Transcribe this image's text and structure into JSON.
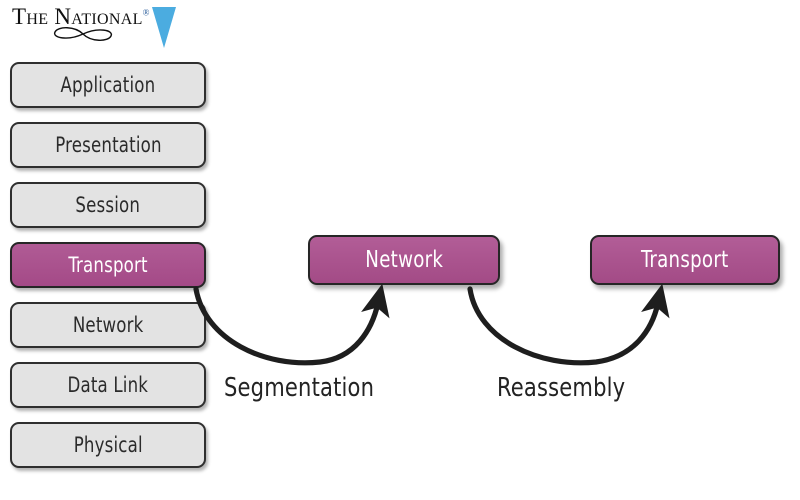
{
  "logo": {
    "wordmark": "The National",
    "registered_mark": "®",
    "triangle_color": "#4BACE0",
    "text_color": "#101010"
  },
  "osi_stack": {
    "name": "osi-layer-stack",
    "highlight_color": "#A8508C",
    "box_color": "#E3E3E3",
    "layers": [
      {
        "label": "Application",
        "highlighted": false
      },
      {
        "label": "Presentation",
        "highlighted": false
      },
      {
        "label": "Session",
        "highlighted": false
      },
      {
        "label": "Transport",
        "highlighted": true
      },
      {
        "label": "Network",
        "highlighted": false
      },
      {
        "label": "Data Link",
        "highlighted": false
      },
      {
        "label": "Physical",
        "highlighted": false
      }
    ]
  },
  "nodes": [
    {
      "label": "Network",
      "color": "#A8508C"
    },
    {
      "label": "Transport",
      "color": "#A8508C"
    }
  ],
  "flows": [
    {
      "label": "Segmentation",
      "from": "Transport",
      "to": "Network"
    },
    {
      "label": "Reassembly",
      "from": "Network",
      "to": "Transport"
    }
  ],
  "colors": {
    "arrow": "#1E1E1E",
    "background": "#FFFFFF",
    "border": "#2F2F2F"
  }
}
